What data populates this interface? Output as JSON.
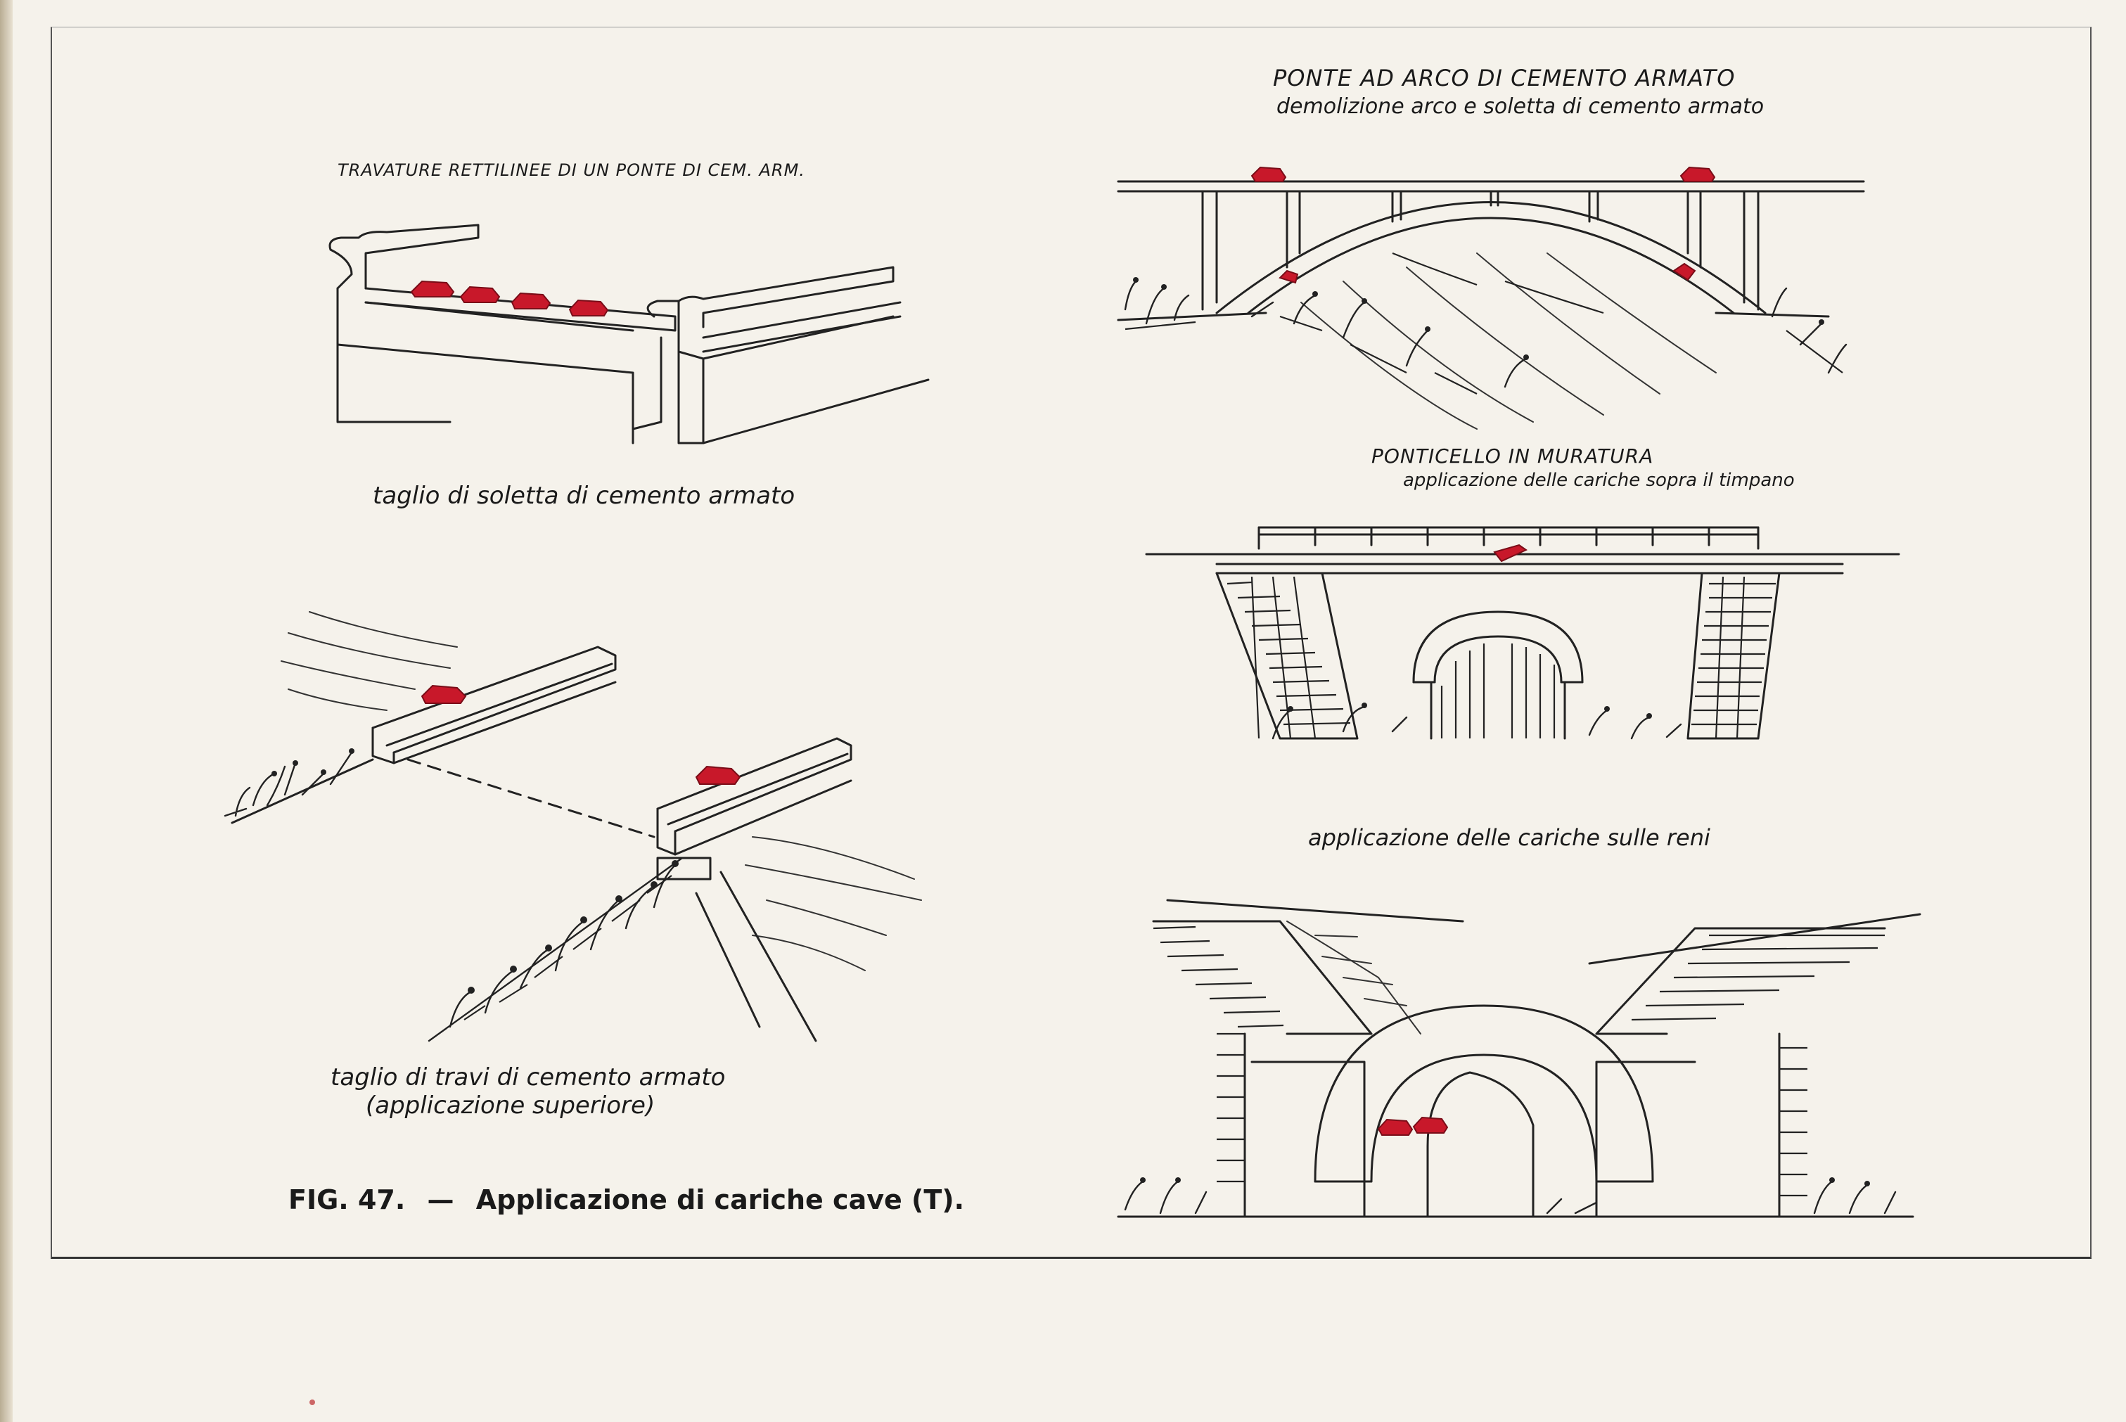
{
  "figure": {
    "number_label": "FIG. 47.",
    "dash": "—",
    "title": "Applicazione di cariche cave (T)."
  },
  "panels": {
    "straight_girders": {
      "heading": "TRAVATURE RETTILINEE DI UN PONTE DI CEM. ARM.",
      "caption": "taglio di soletta di cemento armato"
    },
    "beam_cut": {
      "caption_line1": "taglio di travi di cemento armato",
      "caption_line2": "(applicazione superiore)"
    },
    "arch_bridge": {
      "heading": "PONTE AD ARCO DI CEMENTO ARMATO",
      "subheading": "demolizione arco e soletta di cemento armato"
    },
    "masonry_bridge": {
      "heading": "PONTICELLO IN MURATURA",
      "subheading": "applicazione delle cariche sopra il timpano"
    },
    "haunches": {
      "caption": "applicazione delle cariche sulle reni"
    }
  },
  "colors": {
    "charge": "#c8182a",
    "ink": "#222222",
    "paper": "#f5f2eb"
  }
}
